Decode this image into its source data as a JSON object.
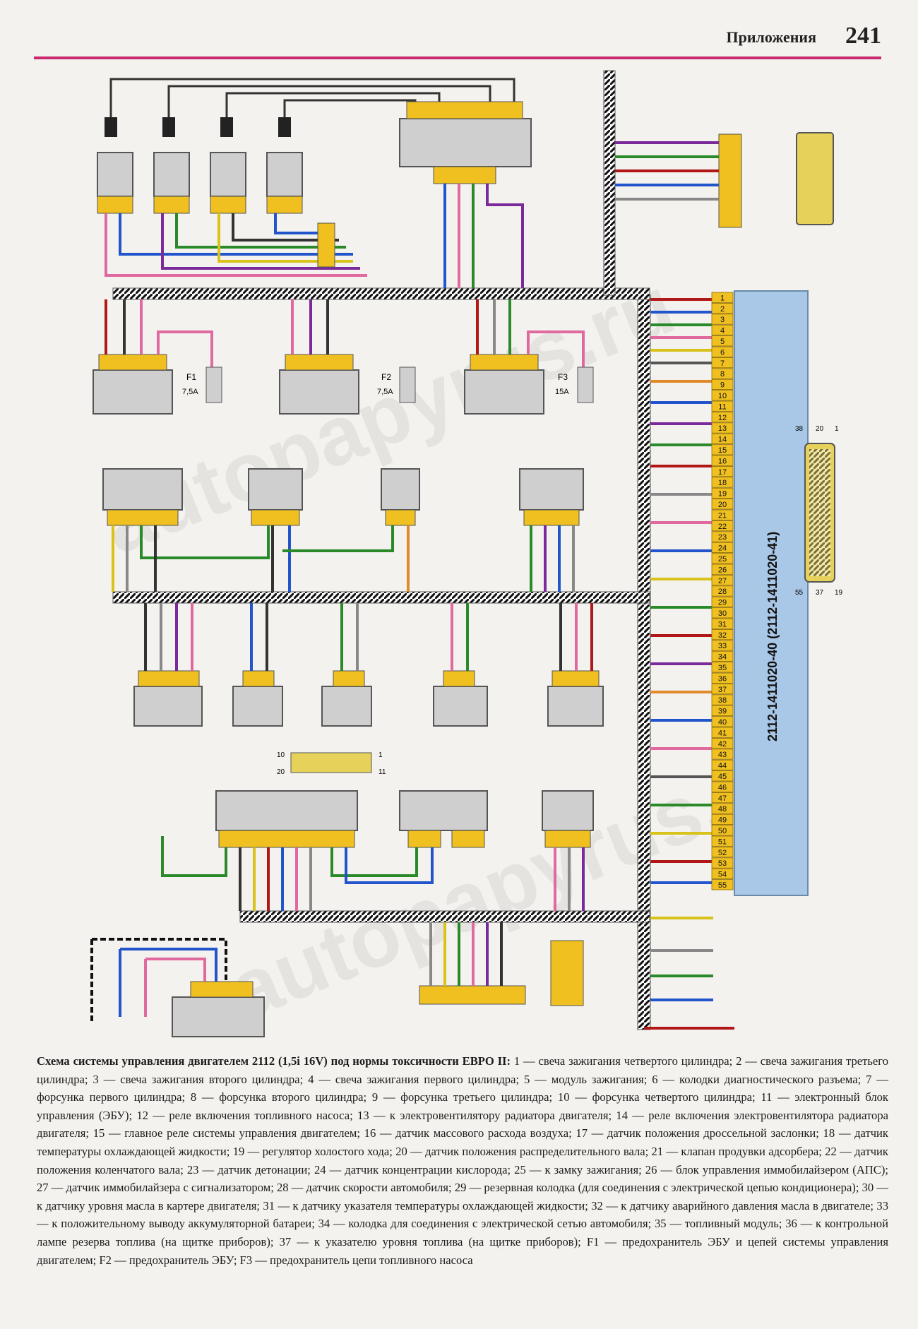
{
  "header": {
    "section": "Приложения",
    "page_number": "241"
  },
  "watermark": "autopapyrus.ru",
  "ecu": {
    "label": "2112-1411020-40 (2112-1411020-41)",
    "pins": [
      "1",
      "2",
      "3",
      "4",
      "5",
      "6",
      "7",
      "8",
      "9",
      "10",
      "11",
      "12",
      "13",
      "14",
      "15",
      "16",
      "17",
      "18",
      "19",
      "20",
      "21",
      "22",
      "23",
      "24",
      "25",
      "26",
      "27",
      "28",
      "29",
      "30",
      "31",
      "32",
      "33",
      "34",
      "35",
      "36",
      "37",
      "38",
      "39",
      "40",
      "41",
      "42",
      "43",
      "44",
      "45",
      "46",
      "47",
      "48",
      "49",
      "50",
      "51",
      "52",
      "53",
      "54",
      "55"
    ]
  },
  "connector_11_pin_labels": [
    "38",
    "20",
    "1",
    "55",
    "37",
    "19"
  ],
  "connector_34_pin_labels": [
    "10",
    "1",
    "20",
    "11"
  ],
  "fuses": [
    {
      "name": "F1",
      "rating": "7,5A"
    },
    {
      "name": "F2",
      "rating": "7,5A"
    },
    {
      "name": "F3",
      "rating": "15A"
    }
  ],
  "caption": {
    "title": "Схема системы управления двигателем 2112 (1,5i 16V) под нормы токсичности ЕВРО II:",
    "body": " 1 — свеча зажигания четвертого цилиндра; 2 — свеча зажигания третьего цилиндра; 3 — свеча зажигания второго цилиндра; 4 — свеча зажигания первого цилиндра; 5 — модуль зажигания; 6 — колодки диагностического разъема; 7 — форсунка первого цилиндра; 8 — форсунка второго цилиндра; 9 — форсунка третьего цилиндра; 10 — форсунка четвертого цилиндра; 11 — электронный блок управления (ЭБУ); 12 — реле включения топливного насоса; 13 — к электровентилятору радиатора двигателя; 14 — реле включения электровентилятора радиатора двигателя; 15 — главное реле системы управления двигателем; 16 — датчик массового расхода воздуха; 17 — датчик положения дроссельной заслонки; 18 — датчик температуры охлаждающей жидкости; 19 — регулятор холостого хода; 20 — датчик положения распределительного вала; 21 — клапан продувки адсорбера; 22 — датчик положения коленчатого вала; 23 — датчик детонации; 24 — датчик концентрации кислорода; 25 — к замку зажигания; 26 — блок управления иммобилайзером (АПС); 27 — датчик иммобилайзера с сигнализатором; 28 — датчик скорости автомобиля; 29 — резервная колодка (для соединения с электрической цепью кондиционера); 30 — к датчику уровня масла в картере двигателя; 31 — к датчику указателя температуры охлаждающей жидкости; 32 — к датчику аварийного давления масла в двигателе; 33 — к положительному выводу аккумуляторной батареи; 34 — колодка для соединения с электрической сетью автомобиля; 35 — топливный модуль; 36 — к контрольной лампе резерва топлива (на щитке приборов); 37 — к указателю уровня топлива (на щитке приборов); F1 — предохранитель ЭБУ и цепей системы управления двигателем; F2 — предохранитель ЭБУ; F3 — предохранитель цепи топливного насоса"
  },
  "colors": {
    "accent": "#c8286e",
    "terminal": "#f0c020",
    "component": "#cfcfcf",
    "ecu": "#a9c7e6"
  }
}
